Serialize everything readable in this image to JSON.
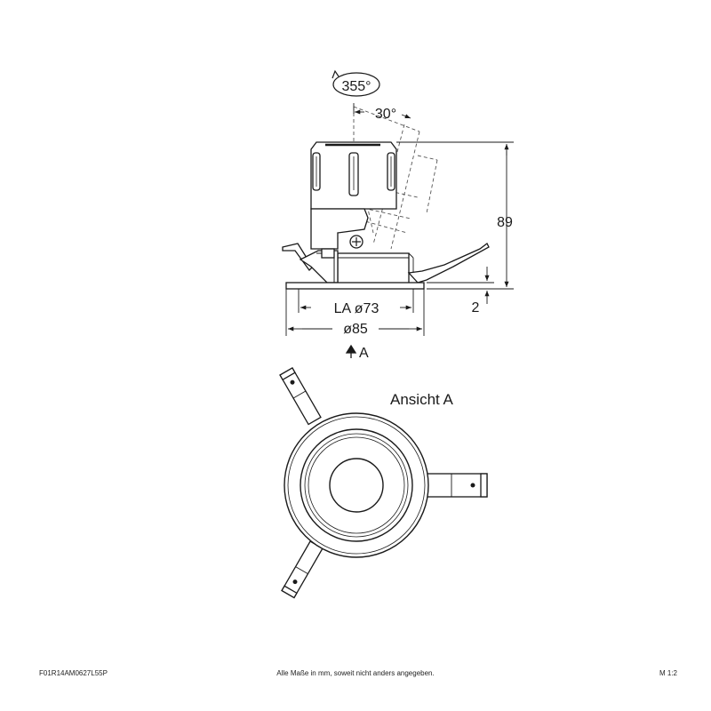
{
  "side_view": {
    "rotation_label": "355°",
    "tilt_label": "30°",
    "height_label": "89",
    "flange_label": "2",
    "cutout_label": "LA ø73",
    "diameter_label": "ø85",
    "view_marker_label": "A"
  },
  "front_view": {
    "title": "Ansicht A"
  },
  "footer": {
    "article_number": "F01R14AM0627L55P",
    "note": "Alle Maße in mm, soweit nicht anders angegeben.",
    "scale": "M 1:2"
  }
}
